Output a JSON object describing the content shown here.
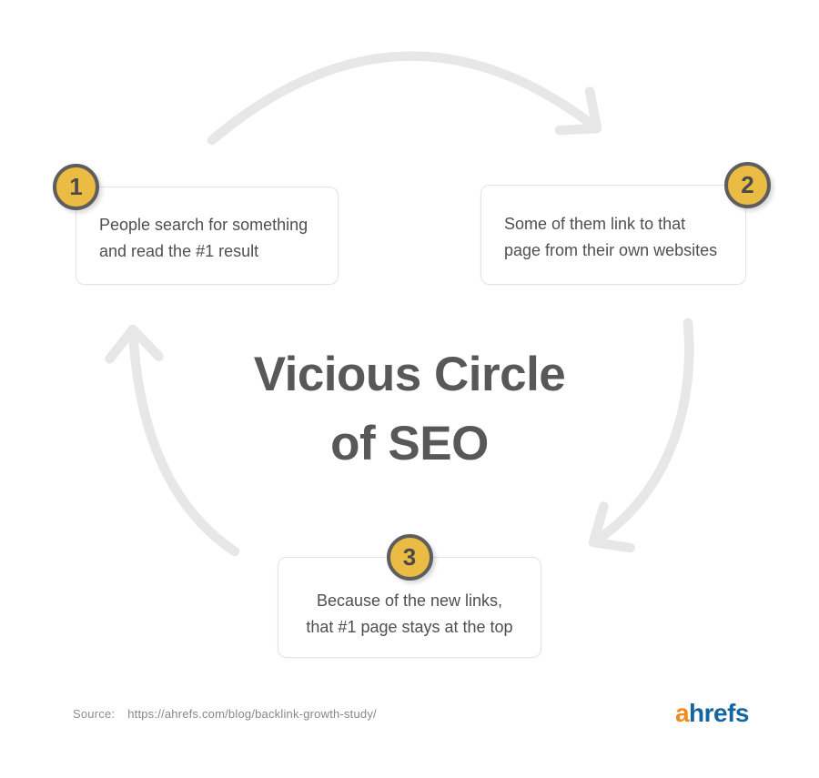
{
  "title": {
    "line1": "Vicious Circle",
    "line2": "of SEO"
  },
  "steps": [
    {
      "number": "1",
      "line1": "People search for something",
      "line2": "and read the #1 result"
    },
    {
      "number": "2",
      "line1": "Some of them link to that",
      "line2": "page from their own websites"
    },
    {
      "number": "3",
      "line1": "Because of the new links,",
      "line2": "that #1 page stays at the top"
    }
  ],
  "footer": {
    "source_label": "Source:",
    "source_url": "https://ahrefs.com/blog/backlink-growth-study/"
  },
  "logo": {
    "prefix": "a",
    "suffix": "hrefs"
  },
  "colors": {
    "badge_fill": "#ebbc43",
    "badge_border": "#5e5e5e",
    "arrow": "#e7e7e7",
    "card_border": "#e3e3e3",
    "body_text": "#4f4f4f",
    "title_text": "#58585a",
    "source_text": "#8e8e8e",
    "logo_orange": "#f28a1e",
    "logo_blue": "#15669e"
  }
}
